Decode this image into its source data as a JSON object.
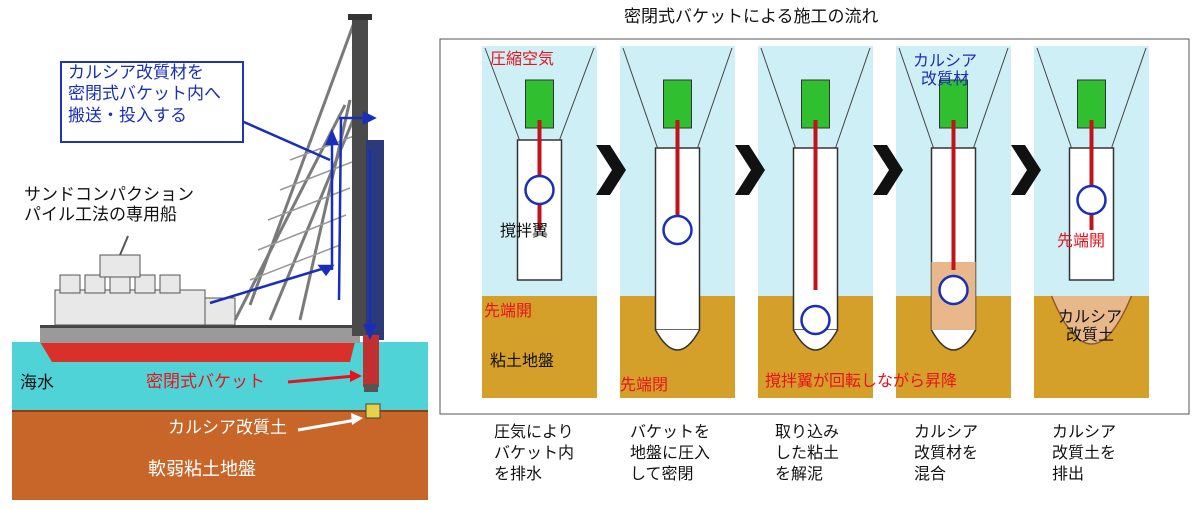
{
  "ship_label_lines": [
    "サンドコンパクション",
    "パイル工法の専用船"
  ],
  "callout_lines": [
    "カルシア改質材を",
    "密閉式バケット内へ",
    "搬送・投入する"
  ],
  "label_bucket": "密閉式バケット",
  "label_seawater": "海水",
  "label_soil_improved": "カルシア改質土",
  "label_soft_clay": "軟弱粘土地盤",
  "flow_title": "密閉式バケットによる施工の流れ",
  "panel1_labels": {
    "air": "圧縮空気",
    "blade": "撹拌翼",
    "tip_open": "先端開",
    "clay": "粘土地盤"
  },
  "panel2_label": "先端閉",
  "panel3_label": "撹拌翼が回転しながら昇降",
  "panel4_label_lines": [
    "カルシア",
    "改質材"
  ],
  "panel5_labels": {
    "tip_open": "先端開",
    "soil_lines": [
      "カルシア",
      "改質土"
    ]
  },
  "steps": [
    [
      "圧気により",
      "バケット内",
      "を排水"
    ],
    [
      "バケットを",
      "地盤に圧入",
      "して密閉"
    ],
    [
      "取り込み",
      "した粘土",
      "を解泥"
    ],
    [
      "カルシア",
      "改質材を",
      "混合"
    ],
    [
      "カルシア",
      "改質土を",
      "排出"
    ]
  ],
  "colors": {
    "sea": "#4fd3d6",
    "soil": "#c8662a",
    "clay": "#d4a02a",
    "panel_sky": "#cfeff6",
    "hull_red": "#d9312a",
    "blue": "#1a2fb8",
    "red": "#e8121b",
    "green": "#2fbf2f"
  }
}
